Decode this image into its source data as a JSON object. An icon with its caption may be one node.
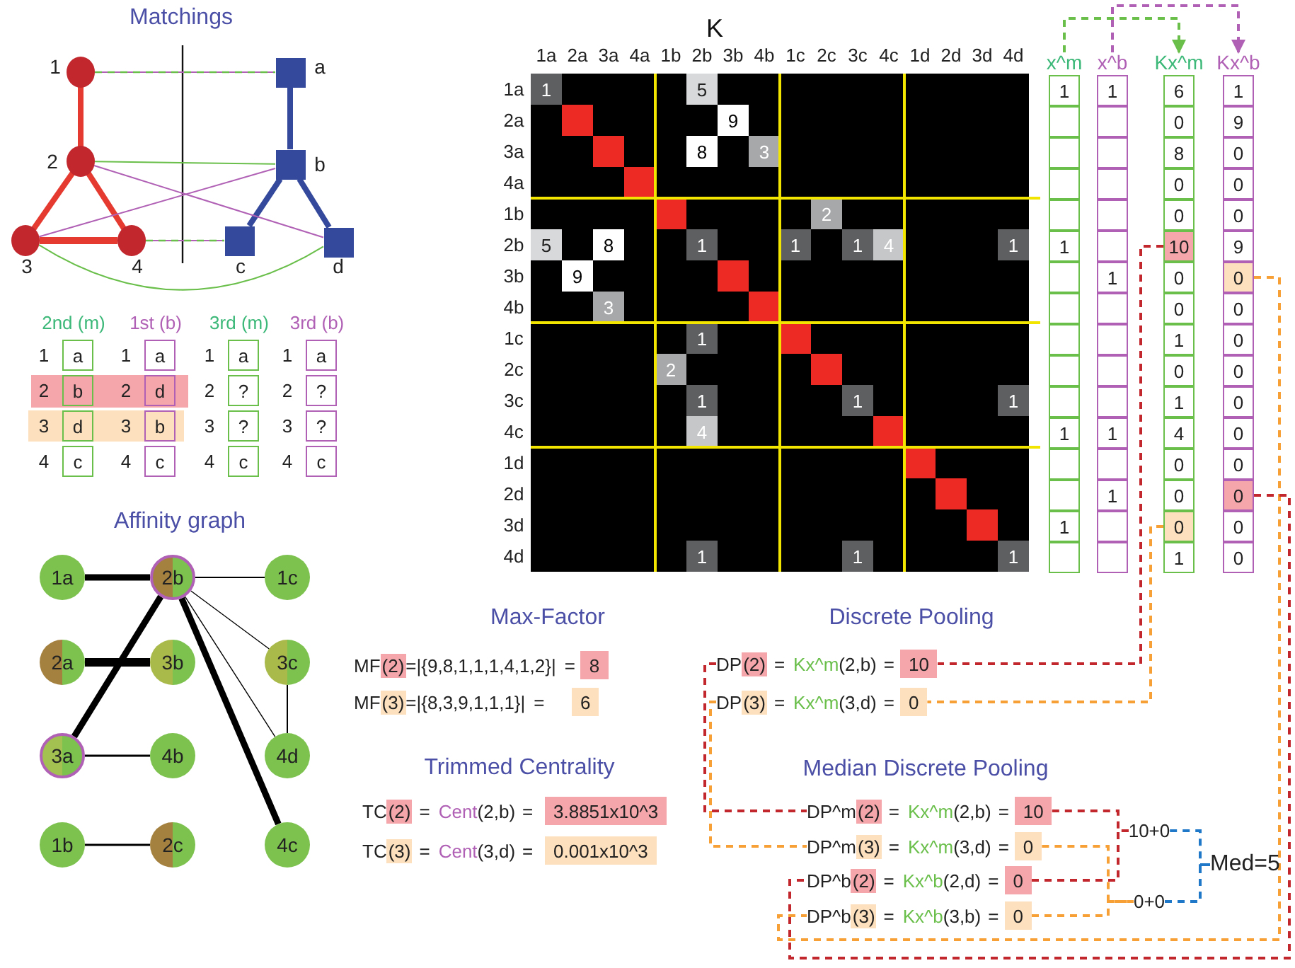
{
  "diagram": {
    "nodes": [
      {
        "text": [],
        "shape": "circle",
        "beside": [
          "1"
        ]
      },
      {
        "text": [],
        "shape": "box",
        "beside": [
          "a"
        ]
      },
      {
        "text": [],
        "shape": "circle",
        "beside": [
          "2"
        ]
      },
      {
        "text": [],
        "shape": "box",
        "beside": [
          "b"
        ]
      },
      {
        "text": [],
        "shape": "circle",
        "beside": [
          "3"
        ]
      },
      {
        "text": [],
        "shape": "circle",
        "beside": [
          "4"
        ]
      },
      {
        "text": [],
        "shape": "box",
        "beside": [
          "c"
        ]
      },
      {
        "text": [],
        "shape": "box",
        "beside": [
          "d"
        ]
      },
      {
        "text": [
          "a"
        ]
      },
      {
        "text": [
          "a"
        ]
      },
      {
        "text": [
          "a"
        ]
      },
      {
        "text": [
          "a"
        ]
      },
      {
        "text": [
          "b"
        ]
      },
      {
        "text": [
          "d"
        ]
      },
      {
        "text": [
          "?"
        ]
      },
      {
        "text": [
          "?"
        ]
      },
      {
        "text": [
          "d"
        ]
      },
      {
        "text": [
          "b"
        ]
      },
      {
        "text": [
          "?"
        ]
      },
      {
        "text": [
          "?"
        ]
      },
      {
        "text": [
          "c"
        ]
      },
      {
        "text": [
          "c"
        ]
      },
      {
        "text": [
          "c"
        ]
      },
      {
        "text": [
          "c"
        ]
      },
      {
        "text": [
          "1a"
        ]
      },
      {
        "text": [
          "2b"
        ]
      },
      {
        "text": [
          "1c"
        ]
      },
      {
        "text": [
          "2a"
        ]
      },
      {
        "text": [
          "3b"
        ]
      },
      {
        "text": [
          "3c"
        ]
      },
      {
        "text": [
          "3a"
        ]
      },
      {
        "text": [
          "4b"
        ]
      },
      {
        "text": [
          "4d"
        ]
      },
      {
        "text": [
          "1b"
        ]
      },
      {
        "text": [
          "2c"
        ]
      },
      {
        "text": [
          "4c"
        ]
      },
      {
        "text": [
          "x^m"
        ]
      },
      {
        "text": [
          "x^b"
        ]
      },
      {
        "text": [
          "Kx^m"
        ]
      },
      {
        "text": [
          "Kx^b"
        ]
      },
      {
        "text": [
          "1"
        ]
      },
      {
        "text": [
          "1"
        ]
      },
      {
        "text": [
          "6"
        ]
      },
      {
        "text": [
          "1"
        ]
      },
      {
        "text": [],
        "shape": "box"
      },
      {
        "text": [],
        "shape": "box"
      },
      {
        "text": [
          "0"
        ]
      },
      {
        "text": [
          "9"
        ]
      },
      {
        "text": [],
        "shape": "box"
      },
      {
        "text": [],
        "shape": "box"
      },
      {
        "text": [
          "8"
        ]
      },
      {
        "text": [
          "0"
        ]
      },
      {
        "text": [],
        "shape": "box"
      },
      {
        "text": [],
        "shape": "box"
      },
      {
        "text": [
          "0"
        ]
      },
      {
        "text": [
          "0"
        ]
      },
      {
        "text": [],
        "shape": "box"
      },
      {
        "text": [],
        "shape": "box"
      },
      {
        "text": [
          "0"
        ]
      },
      {
        "text": [
          "0"
        ]
      },
      {
        "text": [
          "1"
        ]
      },
      {
        "text": [],
        "shape": "box"
      },
      {
        "text": [
          "10"
        ]
      },
      {
        "text": [
          "9"
        ]
      },
      {
        "text": [],
        "shape": "box"
      },
      {
        "text": [
          "1"
        ]
      },
      {
        "text": [
          "0"
        ]
      },
      {
        "text": [
          "0"
        ]
      },
      {
        "text": [],
        "shape": "box"
      },
      {
        "text": [],
        "shape": "box"
      },
      {
        "text": [
          "0"
        ]
      },
      {
        "text": [
          "0"
        ]
      },
      {
        "text": [],
        "shape": "box"
      },
      {
        "text": [],
        "shape": "box"
      },
      {
        "text": [
          "1"
        ]
      },
      {
        "text": [
          "0"
        ]
      },
      {
        "text": [],
        "shape": "box"
      },
      {
        "text": [],
        "shape": "box"
      },
      {
        "text": [
          "0"
        ]
      },
      {
        "text": [
          "0"
        ]
      },
      {
        "text": [],
        "shape": "box"
      },
      {
        "text": [],
        "shape": "box"
      },
      {
        "text": [
          "1"
        ]
      },
      {
        "text": [
          "0"
        ]
      },
      {
        "text": [
          "1"
        ]
      },
      {
        "text": [
          "1"
        ]
      },
      {
        "text": [
          "4"
        ]
      },
      {
        "text": [
          "0"
        ]
      },
      {
        "text": [],
        "shape": "box"
      },
      {
        "text": [],
        "shape": "box"
      },
      {
        "text": [
          "0"
        ]
      },
      {
        "text": [
          "0"
        ]
      },
      {
        "text": [],
        "shape": "box"
      },
      {
        "text": [
          "1"
        ]
      },
      {
        "text": [
          "0"
        ]
      },
      {
        "text": [
          "0"
        ]
      },
      {
        "text": [
          "1"
        ]
      },
      {
        "text": [],
        "shape": "box"
      },
      {
        "text": [
          "0"
        ]
      },
      {
        "text": [
          "0"
        ]
      },
      {
        "text": [],
        "shape": "box"
      },
      {
        "text": [],
        "shape": "box"
      },
      {
        "text": [
          "1"
        ]
      },
      {
        "text": [
          "0"
        ]
      },
      {
        "text": [
          "MF",
          "(2)",
          "=|{9,8,1,1,1,4,1,2}|",
          "="
        ]
      },
      {
        "text": [
          "8"
        ]
      },
      {
        "text": [
          "MF",
          "(3)",
          "=|{8,3,9,1,1,1}|",
          "="
        ]
      },
      {
        "text": [
          "6"
        ]
      },
      {
        "text": [
          "TC",
          "(2)",
          "=",
          "Cent",
          "(2,b)",
          "="
        ]
      },
      {
        "text": [
          "3.8851x10^3"
        ]
      },
      {
        "text": [
          "TC",
          "(3)",
          "=",
          "Cent",
          "(3,d)",
          "="
        ]
      },
      {
        "text": [
          "0.001x10^3"
        ]
      },
      {
        "text": [
          "DP",
          "(2)",
          "=",
          "Kx^m",
          "(2,b)",
          "="
        ]
      },
      {
        "text": [
          "10"
        ]
      },
      {
        "text": [
          "DP",
          "(3)",
          "=",
          "Kx^m",
          "(3,d)",
          "="
        ]
      },
      {
        "text": [
          "0"
        ]
      },
      {
        "text": [
          "DP^m",
          "(2)",
          "=",
          "Kx^m",
          "(2,b)",
          "="
        ]
      },
      {
        "text": [
          "10"
        ]
      },
      {
        "text": [
          "DP^m",
          "(3)",
          "=",
          "Kx^m",
          "(3,d)",
          "="
        ]
      },
      {
        "text": [
          "0"
        ]
      },
      {
        "text": [
          "DP^b",
          "(2)",
          "=",
          "Kx^b",
          "(2,d)",
          "="
        ]
      },
      {
        "text": [
          "0"
        ]
      },
      {
        "text": [
          "DP^b",
          "(3)",
          "=",
          "Kx^b",
          "(3,b)",
          "="
        ]
      },
      {
        "text": [
          "0"
        ]
      },
      {
        "text": [
          "10+0"
        ]
      },
      {
        "text": [
          "0+0"
        ]
      },
      {
        "text": [
          "Med=5"
        ]
      }
    ],
    "edges": [
      {
        "from": 0,
        "to": 2,
        "arrow": "none",
        "style": "thick",
        "color": "#e53a30"
      },
      {
        "from": 2,
        "to": 4,
        "arrow": "none",
        "style": "thick",
        "color": "#e53a30"
      },
      {
        "from": 2,
        "to": 5,
        "arrow": "none",
        "style": "thick",
        "color": "#e53a30"
      },
      {
        "from": 4,
        "to": 5,
        "arrow": "none",
        "style": "thick",
        "color": "#e53a30"
      },
      {
        "from": 1,
        "to": 3,
        "arrow": "none",
        "style": "thick",
        "color": "#34499b"
      },
      {
        "from": 3,
        "to": 6,
        "arrow": "none",
        "style": "thick",
        "color": "#34499b"
      },
      {
        "from": 3,
        "to": 7,
        "arrow": "none",
        "style": "thick",
        "color": "#34499b"
      },
      {
        "from": 0,
        "to": 1,
        "arrow": "none",
        "color": "#b061b5"
      },
      {
        "from": 0,
        "to": 1,
        "arrow": "none",
        "style": "dashed",
        "color": "#6abf4b"
      },
      {
        "from": 2,
        "to": 3,
        "arrow": "none",
        "color": "#6abf4b"
      },
      {
        "from": 2,
        "to": 7,
        "arrow": "none",
        "color": "#b061b5"
      },
      {
        "from": 4,
        "to": 3,
        "arrow": "none",
        "color": "#b061b5"
      },
      {
        "from": 4,
        "to": 7,
        "arrow": "none",
        "color": "#6abf4b"
      },
      {
        "from": 5,
        "to": 6,
        "arrow": "none",
        "color": "#b061b5"
      },
      {
        "from": 5,
        "to": 6,
        "arrow": "none",
        "style": "dashed",
        "color": "#6abf4b"
      },
      {
        "from": 24,
        "to": 25,
        "arrow": "none",
        "style": "thick"
      },
      {
        "from": 25,
        "to": 26,
        "arrow": "none"
      },
      {
        "from": 27,
        "to": 28,
        "arrow": "none",
        "style": "thick"
      },
      {
        "from": 30,
        "to": 25,
        "arrow": "none",
        "style": "thick"
      },
      {
        "from": 25,
        "to": 29,
        "arrow": "none"
      },
      {
        "from": 25,
        "to": 32,
        "arrow": "none"
      },
      {
        "from": 25,
        "to": 35,
        "arrow": "none",
        "style": "thick"
      },
      {
        "from": 29,
        "to": 32,
        "arrow": "none"
      },
      {
        "from": 30,
        "to": 31,
        "arrow": "none"
      },
      {
        "from": 33,
        "to": 34,
        "arrow": "none"
      },
      {
        "from": 36,
        "to": 38,
        "arrow": "to",
        "style": "dashed",
        "color": "#6abf4b"
      },
      {
        "from": 37,
        "to": 39,
        "arrow": "to",
        "style": "dashed",
        "color": "#b061b5"
      },
      {
        "from": 62,
        "to": 113,
        "arrow": "none",
        "style": "dashed",
        "color": "#c1272d"
      },
      {
        "from": 98,
        "to": 115,
        "arrow": "none",
        "style": "dashed",
        "color": "#f7a035"
      },
      {
        "from": 112,
        "to": 116,
        "arrow": "none",
        "style": "dashed",
        "color": "#c1272d"
      },
      {
        "from": 114,
        "to": 118,
        "arrow": "none",
        "style": "dashed",
        "color": "#f7a035"
      },
      {
        "from": 67,
        "to": 122,
        "arrow": "none",
        "style": "dashed",
        "color": "#f7a035"
      },
      {
        "from": 95,
        "to": 120,
        "arrow": "none",
        "style": "dashed",
        "color": "#c1272d"
      },
      {
        "from": 117,
        "to": 124,
        "arrow": "none",
        "style": "dashed",
        "color": "#c1272d"
      },
      {
        "from": 121,
        "to": 124,
        "arrow": "none",
        "style": "dashed",
        "color": "#c1272d"
      },
      {
        "from": 119,
        "to": 125,
        "arrow": "none",
        "style": "dashed",
        "color": "#f7a035"
      },
      {
        "from": 123,
        "to": 125,
        "arrow": "none",
        "style": "dashed",
        "color": "#f7a035"
      },
      {
        "from": 124,
        "to": 126,
        "arrow": "none",
        "style": "dashed",
        "color": "#1f78c8"
      },
      {
        "from": 125,
        "to": 126,
        "arrow": "none",
        "style": "dashed",
        "color": "#1f78c8"
      }
    ],
    "labels": [
      "Matchings",
      "K",
      "1a",
      "2a",
      "3a",
      "4a",
      "1b",
      "2b",
      "3b",
      "4b",
      "1c",
      "2c",
      "3c",
      "4c",
      "1d",
      "2d",
      "3d",
      "4d",
      "1a",
      "1",
      "5",
      "2a",
      "9",
      "3a",
      "8",
      "3",
      "4a",
      "1b",
      "2",
      "2b",
      "5",
      "8",
      "1",
      "1",
      "1",
      "4",
      "1",
      "3b",
      "9",
      "4b",
      "3",
      "1c",
      "1",
      "2c",
      "2",
      "3c",
      "1",
      "1",
      "1",
      "4c",
      "4",
      "1d",
      "2d",
      "3d",
      "4d",
      "1",
      "1",
      "1",
      "2nd (m)",
      "1st (b)",
      "3rd (m)",
      "3rd (b)",
      "1",
      "1",
      "1",
      "1",
      "2",
      "2",
      "2",
      "2",
      "3",
      "3",
      "3",
      "3",
      "4",
      "4",
      "4",
      "4",
      "Affinity graph",
      "Max-Factor",
      "Discrete Pooling",
      "Trimmed Centrality",
      "Median Discrete Pooling"
    ]
  }
}
